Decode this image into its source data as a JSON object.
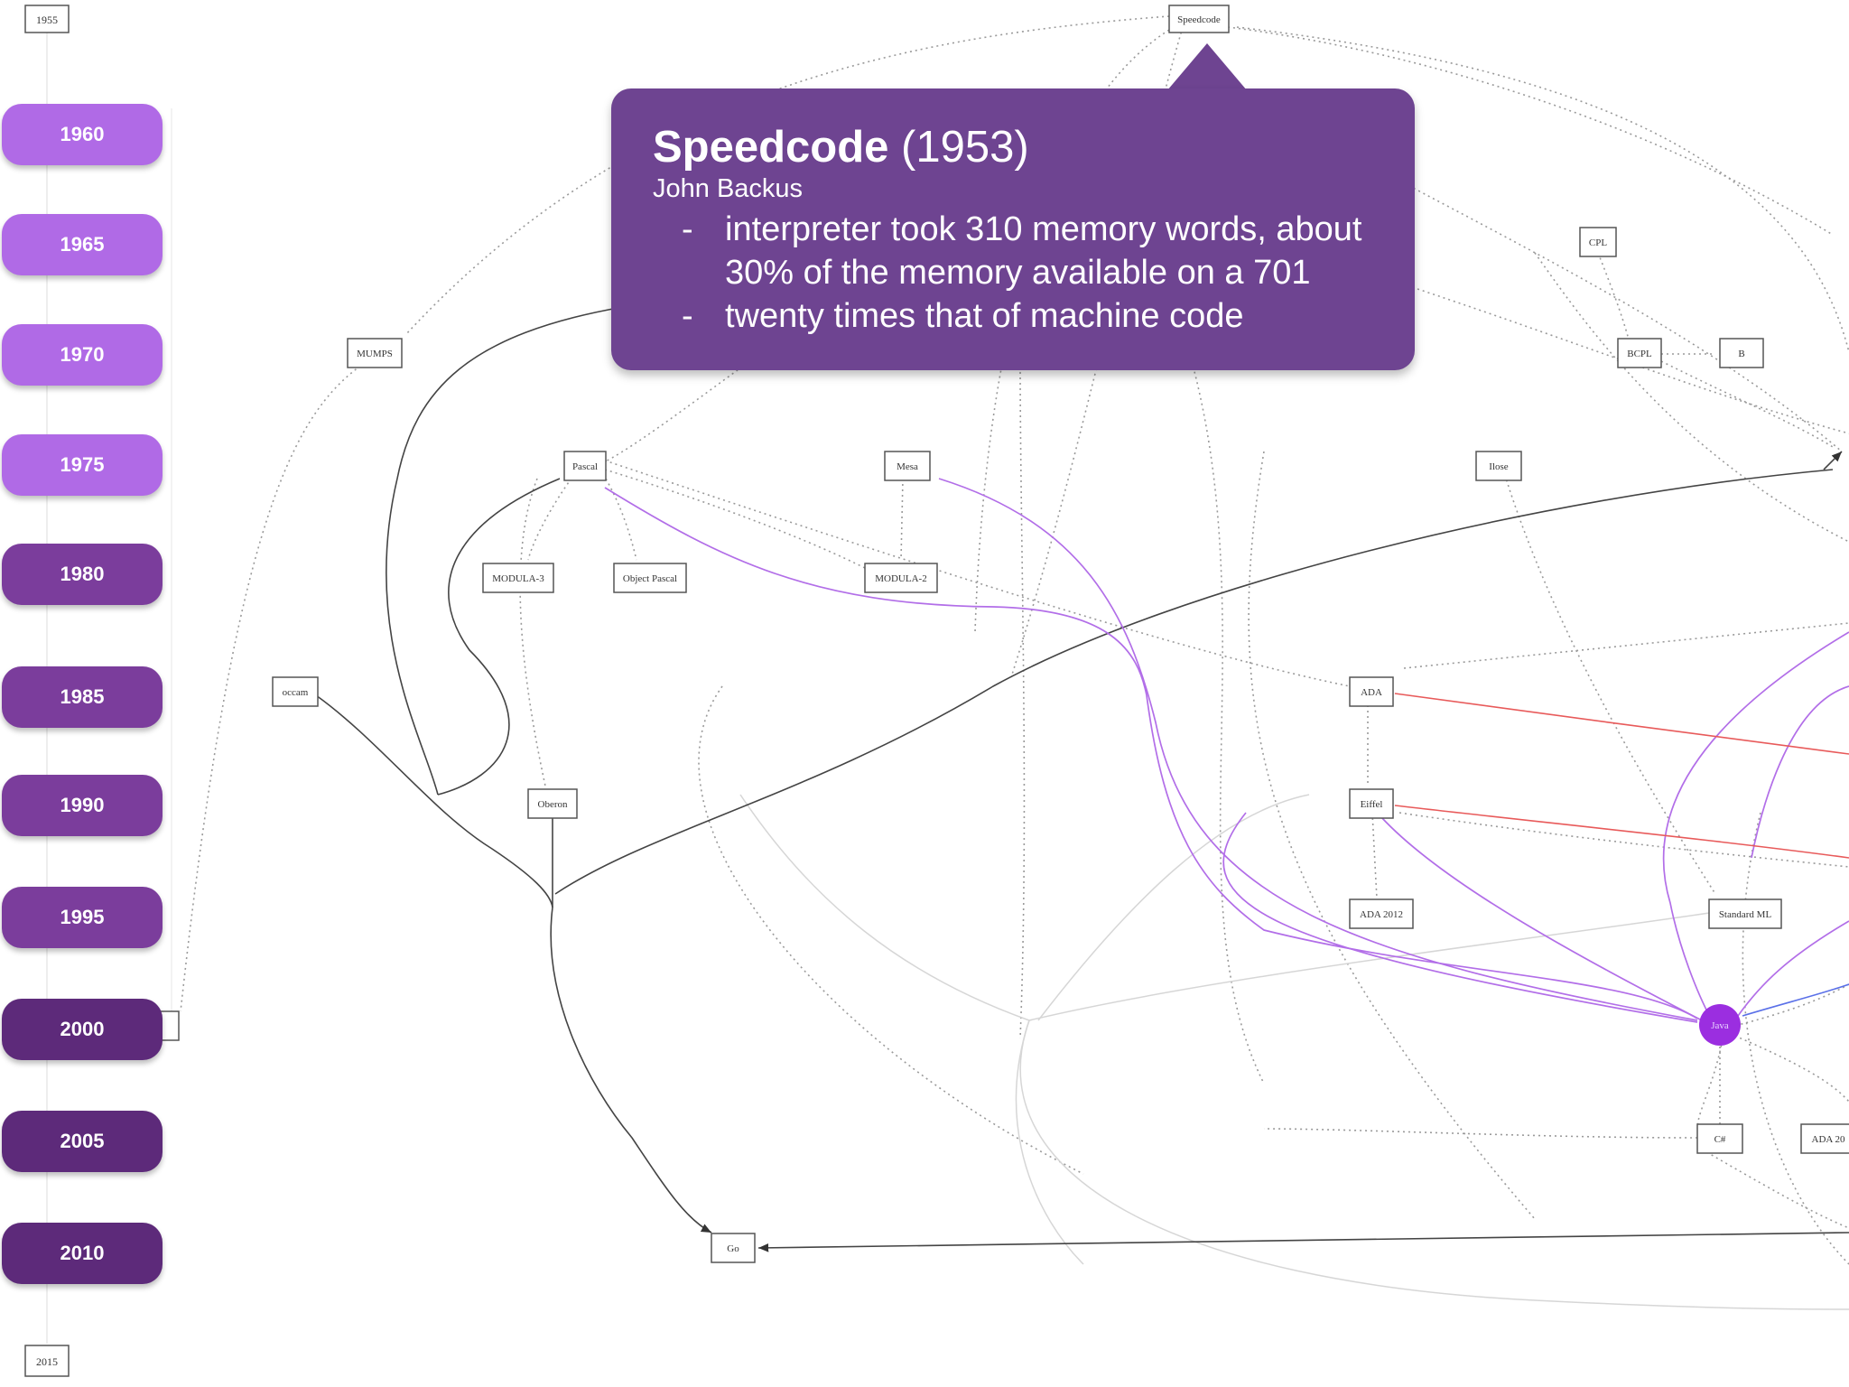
{
  "timeline": {
    "top_label": "1955",
    "bottom_label": "2015",
    "buttons": [
      {
        "label": "1960",
        "shade": "light"
      },
      {
        "label": "1965",
        "shade": "light"
      },
      {
        "label": "1970",
        "shade": "light"
      },
      {
        "label": "1975",
        "shade": "light"
      },
      {
        "label": "1980",
        "shade": "mid"
      },
      {
        "label": "1985",
        "shade": "mid"
      },
      {
        "label": "1990",
        "shade": "mid"
      },
      {
        "label": "1995",
        "shade": "mid"
      },
      {
        "label": "2000",
        "shade": "dark"
      },
      {
        "label": "2005",
        "shade": "dark"
      },
      {
        "label": "2010",
        "shade": "dark"
      }
    ]
  },
  "tooltip": {
    "name": "Speedcode",
    "year": "(1953)",
    "author": "John Backus",
    "bullets": [
      "interpreter took 310 memory words, about 30% of the memory available on a 701",
      "twenty times that of machine code"
    ]
  },
  "nodes": {
    "speedcode": "Speedcode",
    "cpl": "CPL",
    "bcpl": "BCPL",
    "b": "B",
    "mumps": "MUMPS",
    "pascal": "Pascal",
    "mesa": "Mesa",
    "ilose": "Ilose",
    "modula3": "MODULA-3",
    "object_pascal": "Object Pascal",
    "modula2": "MODULA-2",
    "occam": "occam",
    "ada": "ADA",
    "oberon": "Oberon",
    "eiffel": "Eiffel",
    "ada2012": "ADA 2012",
    "standard_ml": "Standard ML",
    "java": "Java",
    "csharp": "C#",
    "ada_right": "ADA 20",
    "go": "Go"
  },
  "colors": {
    "light": "#b06ae6",
    "mid": "#7b3d9c",
    "dark": "#5d2a7a",
    "tooltip": "#6e4491",
    "java_node": "#9b2ee0",
    "purple_edge": "#b26ee8",
    "red_edge": "#e85a5a",
    "blue_edge": "#5a70e8"
  }
}
